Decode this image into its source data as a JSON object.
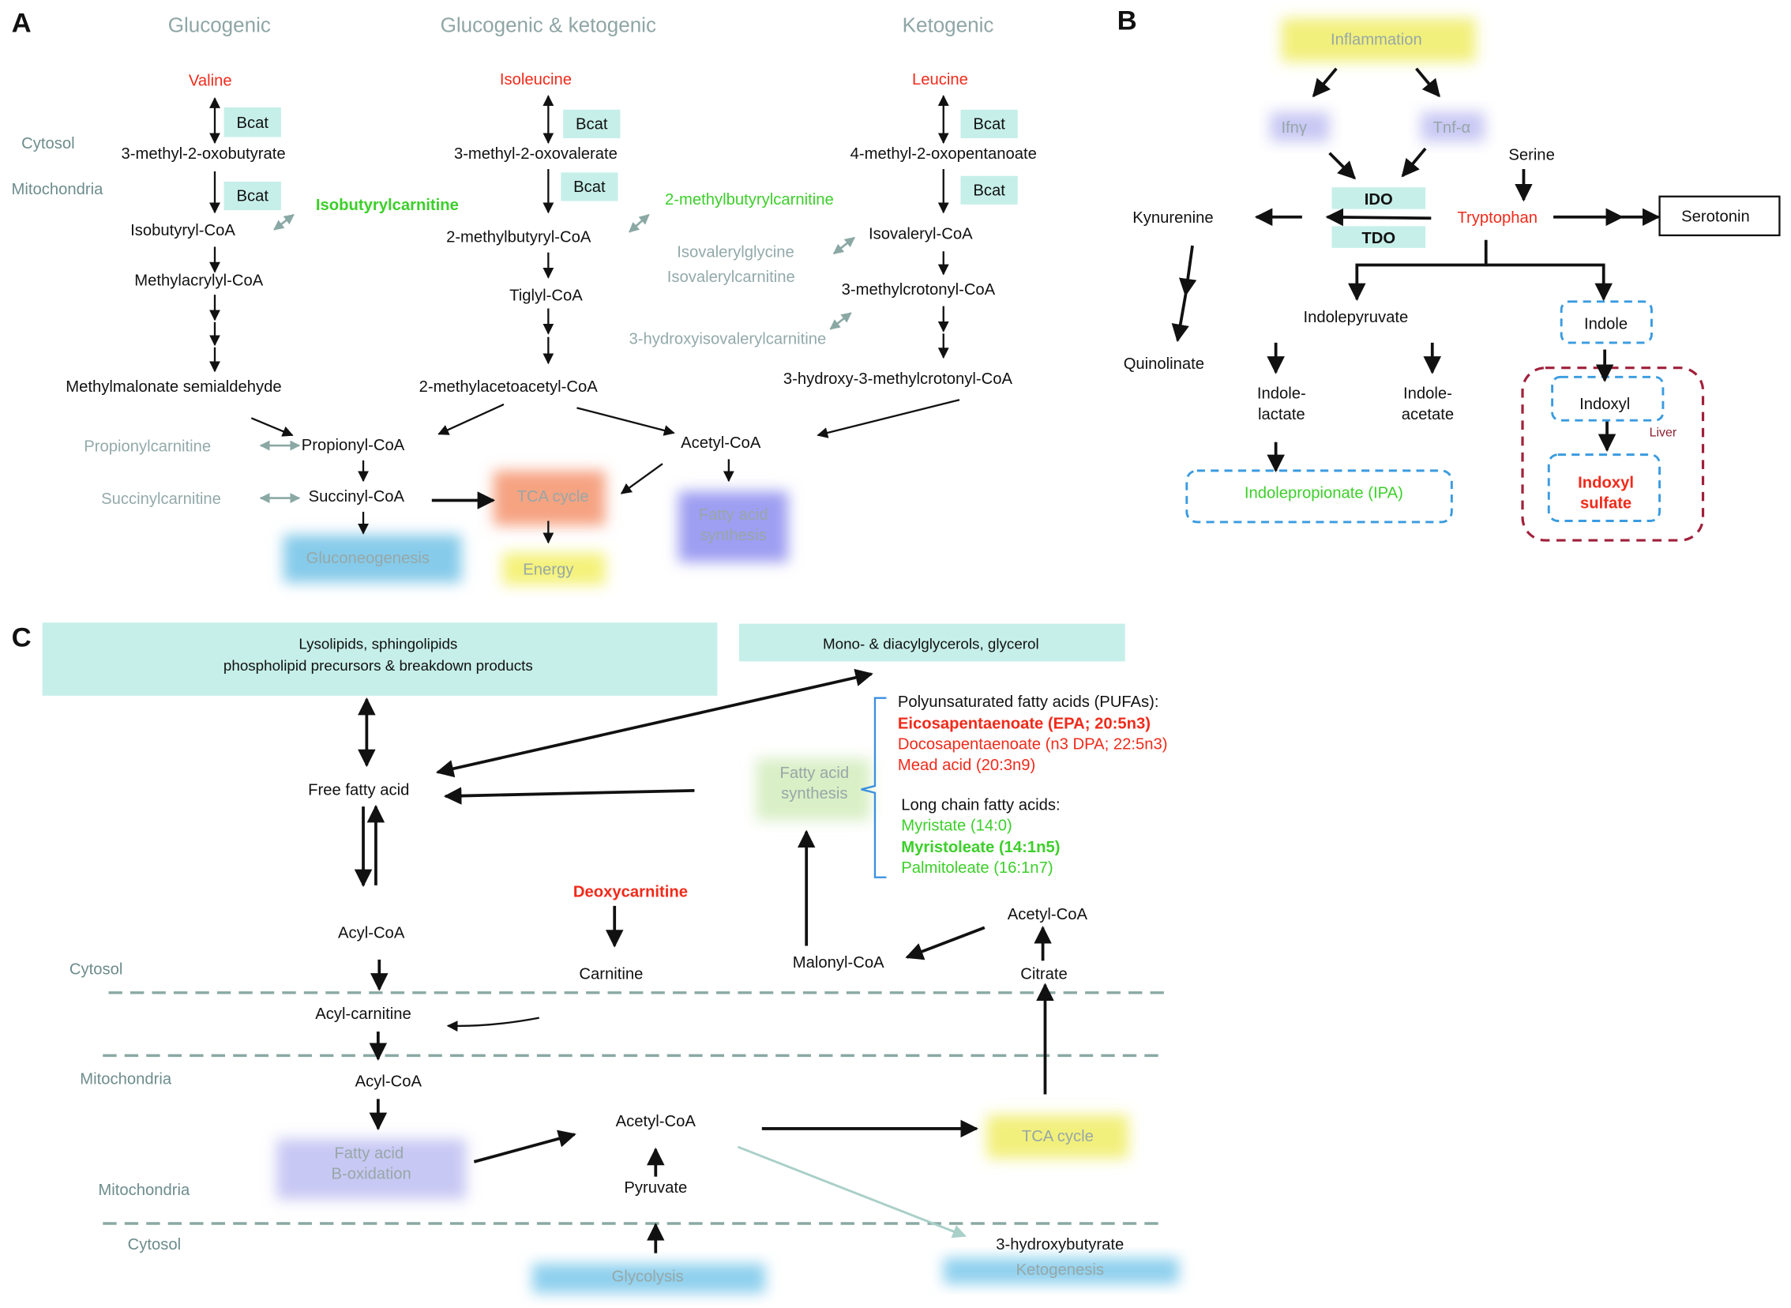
{
  "colors": {
    "red": "#f02a1a",
    "green": "#3ccf2a",
    "teal_box": "#c6efe9",
    "blue_dash": "#3a9be0",
    "liver_dash": "#a0203a"
  },
  "panel_a": {
    "label": "A",
    "headers": [
      "Glucogenic",
      "Glucogenic & ketogenic",
      "Ketogenic"
    ],
    "locations": {
      "cytosol": "Cytosol",
      "mitochondria": "Mitochondria"
    },
    "enzyme": "Bcat",
    "valine_path": [
      "Valine",
      "3-methyl-2-oxobutyrate",
      "Isobutyryl-CoA",
      "Methylacrylyl-CoA",
      "Methylmalonate semialdehyde"
    ],
    "isoleucine_path": [
      "Isoleucine",
      "3-methyl-2-oxovalerate",
      "2-methylbutyryl-CoA",
      "Tiglyl-CoA",
      "2-methylacetoacetyl-CoA"
    ],
    "leucine_path": [
      "Leucine",
      "4-methyl-2-oxopentanoate",
      "Isovaleryl-CoA",
      "3-methylcrotonyl-CoA",
      "3-hydroxy-3-methylcrotonyl-CoA"
    ],
    "carnitines": {
      "isobutyryl": "Isobutyrylcarnitine",
      "methylbutyryl": "2-methylbutyrylcarnitine",
      "isovalerylglycine": "Isovalerylglycine",
      "isovalerylcarnitine": "Isovalerylcarnitine",
      "hydroxyisovaleryl": "3-hydroxyisovalerylcarnitine",
      "propionyl": "Propionylcarnitine",
      "succinyl": "Succinylcarnitine"
    },
    "nodes": {
      "propionyl_coa": "Propionyl-CoA",
      "succinyl_coa": "Succinyl-CoA",
      "acetyl_coa": "Acetyl-CoA"
    },
    "processes": {
      "tca": "TCA cycle",
      "energy": "Energy",
      "fas_1": "Fatty acid",
      "fas_2": "synthesis",
      "gluconeogenesis": "Gluconeogenesis"
    }
  },
  "panel_b": {
    "label": "B",
    "inflammation": "Inflammation",
    "ifng": "Ifnγ",
    "tnfa": "Tnf-α",
    "serine": "Serine",
    "ido": "IDO",
    "tdo": "TDO",
    "tryptophan": "Tryptophan",
    "kynurenine": "Kynurenine",
    "serotonin": "Serotonin",
    "quinolinate": "Quinolinate",
    "indolepyruvate": "Indolepyruvate",
    "indole": "Indole",
    "indolelactate": [
      "Indole-",
      "lactate"
    ],
    "indoleacetate": [
      "Indole-",
      "acetate"
    ],
    "ipa": "Indolepropionate (IPA)",
    "indoxyl": "Indoxyl",
    "liver": "Liver",
    "indoxyl_sulfate": [
      "Indoxyl",
      "sulfate"
    ]
  },
  "panel_c": {
    "label": "C",
    "lyso_box": [
      "Lysolipids, sphingolipids",
      "phospholipid precursors & breakdown products"
    ],
    "mono_box": "Mono- & diacylglycerols, glycerol",
    "free_fatty_acid": "Free fatty acid",
    "fas": [
      "Fatty acid",
      "synthesis"
    ],
    "pufa_header": "Polyunsaturated fatty acids (PUFAs):",
    "pufas": [
      "Eicosapentaenoate (EPA; 20:5n3)",
      "Docosapentaenoate (n3 DPA; 22:5n3)",
      "Mead acid (20:3n9)"
    ],
    "lcfa_header": "Long chain fatty acids:",
    "lcfas": [
      "Myristate (14:0)",
      "Myristoleate (14:1n5)",
      "Palmitoleate (16:1n7)"
    ],
    "deoxycarnitine": "Deoxycarnitine",
    "carnitine": "Carnitine",
    "acyl_coa": "Acyl-CoA",
    "acyl_carnitine": "Acyl-carnitine",
    "malonyl_coa": "Malonyl-CoA",
    "acetyl_coa": "Acetyl-CoA",
    "citrate": "Citrate",
    "beta_ox": [
      "Fatty acid",
      "B-oxidation"
    ],
    "pyruvate": "Pyruvate",
    "tca": "TCA cycle",
    "glycolysis": "Glycolysis",
    "hydroxybutyrate": "3-hydroxybutyrate",
    "ketogenesis": "Ketogenesis",
    "locations": {
      "cytosol": "Cytosol",
      "mitochondria": "Mitochondria"
    }
  }
}
